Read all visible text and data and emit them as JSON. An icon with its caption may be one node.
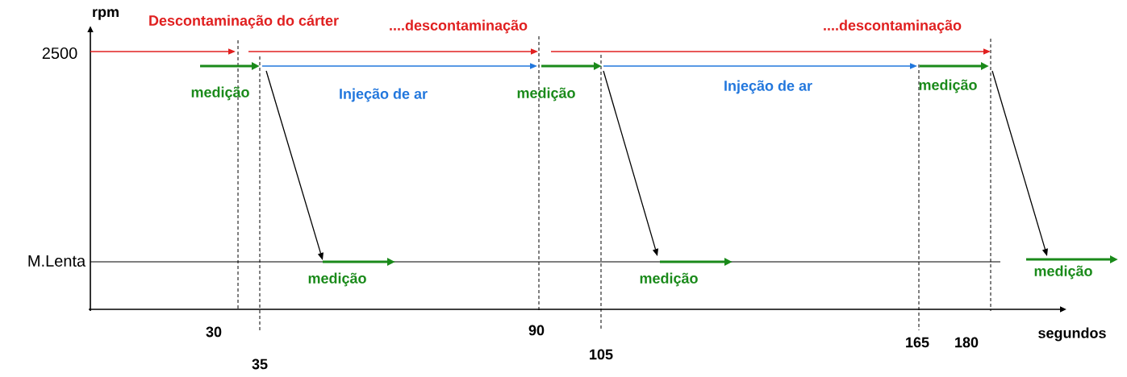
{
  "diagram": {
    "labels": [
      "rpm",
      "Descontaminação do cárter",
      "....descontaminação",
      "....descontaminação",
      "2500",
      "medição",
      "Injeção de ar",
      "medição",
      "Injeção de ar",
      "medição",
      "M.Lenta",
      "medição",
      "medição",
      "medição",
      "30",
      "90",
      "105",
      "165",
      "180",
      "segundos",
      "35"
    ]
  }
}
